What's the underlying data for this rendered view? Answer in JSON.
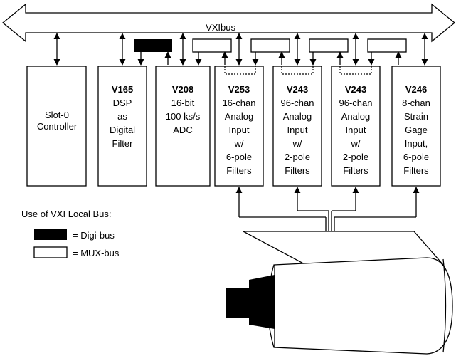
{
  "bus": {
    "label": "VXIbus"
  },
  "modules": [
    {
      "title": "",
      "lines": [
        "Slot-0",
        "Controller"
      ]
    },
    {
      "title": "V165",
      "lines": [
        "DSP",
        "as",
        "Digital",
        "Filter"
      ]
    },
    {
      "title": "V208",
      "lines": [
        "16-bit",
        "100 ks/s",
        "ADC"
      ]
    },
    {
      "title": "V253",
      "lines": [
        "16-chan",
        "Analog",
        "Input",
        "w/",
        "6-pole",
        "Filters"
      ]
    },
    {
      "title": "V243",
      "lines": [
        "96-chan",
        "Analog",
        "Input",
        "w/",
        "2-pole",
        "Filters"
      ]
    },
    {
      "title": "V243",
      "lines": [
        "96-chan",
        "Analog",
        "Input",
        "w/",
        "2-pole",
        "Filters"
      ]
    },
    {
      "title": "V246",
      "lines": [
        "8-chan",
        "Strain",
        "Gage",
        "Input,",
        "6-pole",
        "Filters"
      ]
    }
  ],
  "legend": {
    "title": "Use of VXI Local Bus:",
    "digi": "= Digi-bus",
    "mux": "= MUX-bus"
  },
  "colors": {
    "digibus": "#000000",
    "muxbus": "#ffffff",
    "line": "#000000"
  }
}
